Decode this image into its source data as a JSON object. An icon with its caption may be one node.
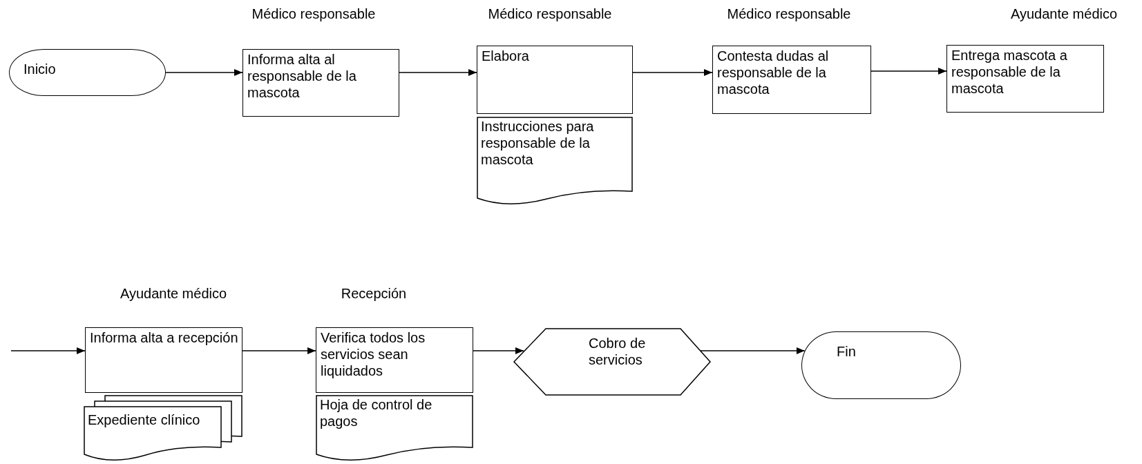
{
  "diagram": {
    "nodes": [
      {
        "text": [
          "Inicio"
        ]
      },
      {
        "text": [
          "Informa alta al responsable de la mascota"
        ],
        "beside": [
          "Médico responsable"
        ]
      },
      {
        "text": [
          "Elabora"
        ],
        "beside": [
          "Médico responsable"
        ]
      },
      {
        "text": [
          "Instrucciones para responsable de la mascota"
        ]
      },
      {
        "text": [
          "Contesta dudas al responsable de la mascota"
        ],
        "beside": [
          "Médico responsable"
        ]
      },
      {
        "text": [
          "Entrega mascota a responsable de la mascota"
        ],
        "beside": [
          "Ayudante médico"
        ]
      },
      {
        "text": [
          "Informa alta a recepción"
        ],
        "beside": [
          "Ayudante médico"
        ]
      },
      {
        "text": [
          "Expediente clínico"
        ]
      },
      {
        "text": [
          "Verifica todos los servicios sean liquidados"
        ],
        "beside": [
          "Recepción"
        ]
      },
      {
        "text": [
          "Hoja de control de pagos"
        ]
      },
      {
        "text": [
          "Cobro de servicios"
        ]
      },
      {
        "text": [
          "Fin"
        ]
      }
    ],
    "edges": [
      {
        "from": 0,
        "to": 1,
        "arrow": "to"
      },
      {
        "from": 1,
        "to": 2,
        "arrow": "to"
      },
      {
        "from": 2,
        "to": 4,
        "arrow": "to"
      },
      {
        "from": 4,
        "to": 5,
        "arrow": "to"
      },
      {
        "from": null,
        "to": 6,
        "arrow": "to"
      },
      {
        "from": 6,
        "to": 8,
        "arrow": "to"
      },
      {
        "from": 8,
        "to": 10,
        "arrow": "to"
      },
      {
        "from": 10,
        "to": 11,
        "arrow": "to"
      }
    ]
  }
}
